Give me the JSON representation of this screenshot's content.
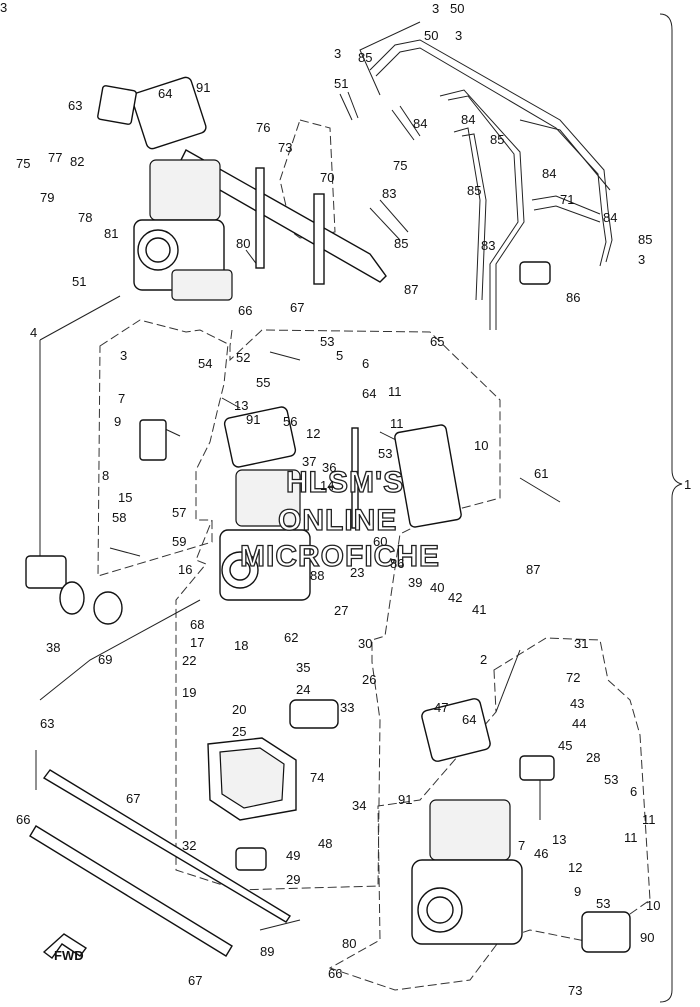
{
  "watermark": {
    "line1": "HLSM'S",
    "line2": "ONLINE",
    "line3": "MICROFICHE"
  },
  "fwd_label": "FWD",
  "bracket_label": "1",
  "callouts": [
    "50",
    "3",
    "3",
    "51",
    "85",
    "91",
    "64",
    "63",
    "76",
    "73",
    "75",
    "77",
    "82",
    "79",
    "78",
    "81",
    "80",
    "70",
    "75",
    "84",
    "85",
    "84",
    "85",
    "84",
    "85",
    "83",
    "83",
    "87",
    "86",
    "71",
    "84",
    "85",
    "3",
    "51",
    "66",
    "4",
    "67",
    "65",
    "3",
    "53",
    "54",
    "52",
    "5",
    "6",
    "7",
    "55",
    "13",
    "91",
    "64",
    "11",
    "9",
    "56",
    "12",
    "11",
    "8",
    "37",
    "53",
    "10",
    "36",
    "14",
    "15",
    "57",
    "58",
    "59",
    "60",
    "16",
    "61",
    "87",
    "86",
    "39",
    "40",
    "42",
    "41",
    "38",
    "69",
    "68",
    "17",
    "18",
    "22",
    "19",
    "20",
    "25",
    "27",
    "62",
    "30",
    "35",
    "24",
    "26",
    "33",
    "31",
    "2",
    "72",
    "43",
    "44",
    "45",
    "47",
    "64",
    "91",
    "63",
    "66",
    "67",
    "74",
    "34",
    "32",
    "48",
    "49",
    "29",
    "28",
    "53",
    "6",
    "7",
    "46",
    "13",
    "12",
    "11",
    "11",
    "9",
    "53",
    "10",
    "90",
    "89",
    "80",
    "66",
    "67",
    "73",
    "88",
    "23",
    "3",
    "50",
    "3"
  ]
}
